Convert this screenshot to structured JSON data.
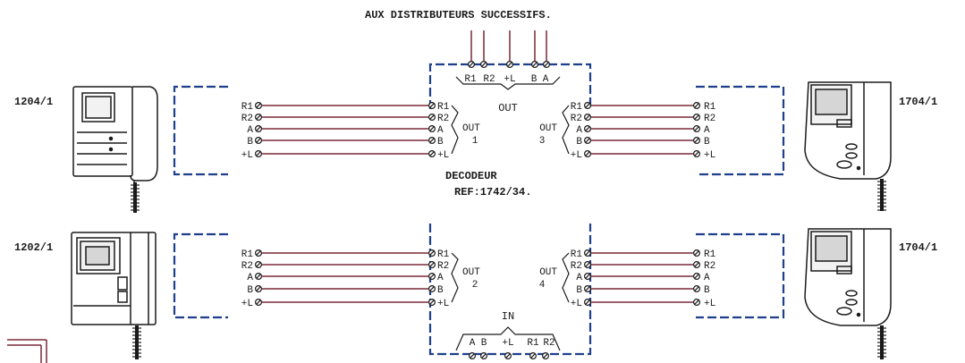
{
  "header": {
    "title": "AUX DISTRIBUTEURS  SUCCESSIFS."
  },
  "decoder": {
    "name": "DECODEUR",
    "ref": "REF:1742/34."
  },
  "devices": {
    "top_left": "1204/1",
    "bottom_left": "1202/1",
    "top_right": "1704/1",
    "bottom_right": "1704/1"
  },
  "ports": {
    "top": "OUT",
    "bottom": "IN",
    "out1": [
      "OUT",
      "1"
    ],
    "out2": [
      "OUT",
      "2"
    ],
    "out3": [
      "OUT",
      "3"
    ],
    "out4": [
      "OUT",
      "4"
    ]
  },
  "terminals": {
    "side": [
      "R1",
      "R2",
      "A",
      "B",
      "+L"
    ],
    "top_bus": [
      "R1",
      "R2",
      "+L",
      "B",
      "A"
    ],
    "bottom_bus": [
      "A",
      "B",
      "+L",
      "R1",
      "R2"
    ]
  },
  "colors": {
    "wire": "#7a2838",
    "box": "#1e3f8c",
    "ink": "#1a1a1a"
  }
}
